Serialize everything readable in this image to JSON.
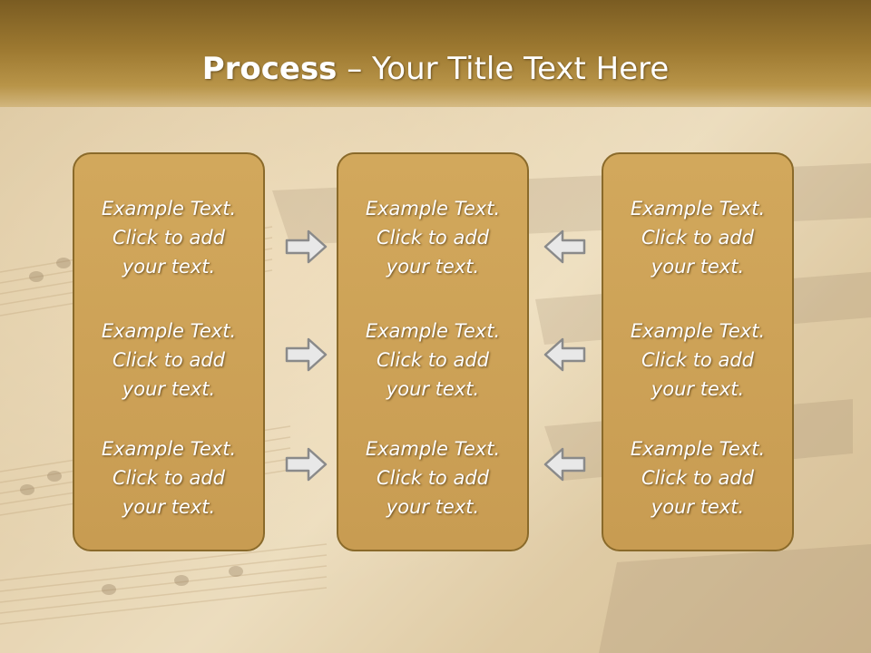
{
  "title": {
    "bold": "Process",
    "rest": " – Your Title Text Here"
  },
  "columns": [
    {
      "items": [
        {
          "l1": "Example Text.",
          "l2": "Click  to add",
          "l3": "your text."
        },
        {
          "l1": "Example Text.",
          "l2": "Click  to add",
          "l3": "your text."
        },
        {
          "l1": "Example Text.",
          "l2": "Click  to add",
          "l3": "your text."
        }
      ]
    },
    {
      "items": [
        {
          "l1": "Example Text.",
          "l2": "Click  to add",
          "l3": "your text."
        },
        {
          "l1": "Example Text.",
          "l2": "Click  to add",
          "l3": "your text."
        },
        {
          "l1": "Example Text.",
          "l2": "Click  to add",
          "l3": "your text."
        }
      ]
    },
    {
      "items": [
        {
          "l1": "Example Text.",
          "l2": "Click  to add",
          "l3": "your text."
        },
        {
          "l1": "Example Text.",
          "l2": "Click  to add",
          "l3": "your text."
        },
        {
          "l1": "Example Text.",
          "l2": "Click  to add",
          "l3": "your text."
        }
      ]
    }
  ],
  "arrows": {
    "left_group": "right-arrow-icon",
    "right_group": "left-arrow-icon"
  },
  "colors": {
    "title_band": "#9c7830",
    "box_fill": "#d2a85c",
    "box_border": "#8a6a2a",
    "text": "#ffffff"
  }
}
